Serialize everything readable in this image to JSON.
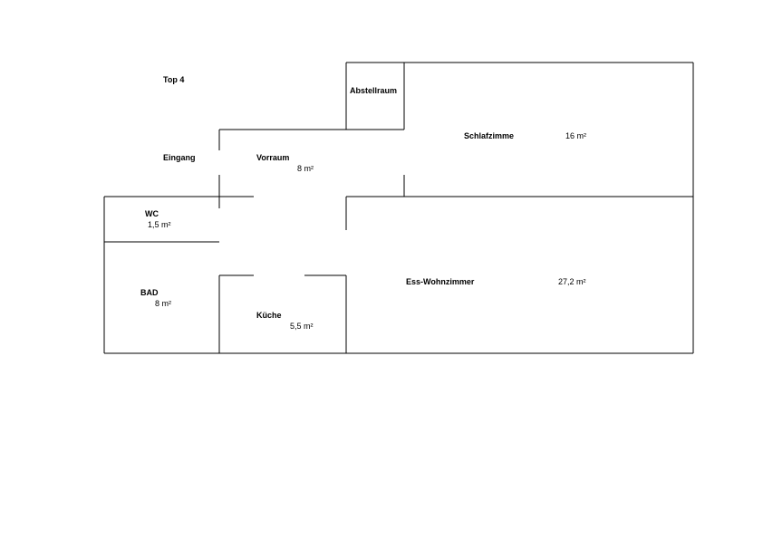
{
  "plan": {
    "title": "Top 4",
    "entrance_label": "Eingang",
    "rooms": {
      "abstellraum": {
        "name": "Abstellraum",
        "area": ""
      },
      "schlafzimmer": {
        "name": "Schlafzimme",
        "area": "16 m²"
      },
      "vorraum": {
        "name": "Vorraum",
        "area": "8 m²"
      },
      "wc": {
        "name": "WC",
        "area": "1,5 m²"
      },
      "bad": {
        "name": "BAD",
        "area": "8 m²"
      },
      "kueche": {
        "name": "Küche",
        "area": "5,5 m²"
      },
      "wohnzimmer": {
        "name": "Ess-Wohnzimmer",
        "area": "27,2 m²"
      }
    }
  }
}
